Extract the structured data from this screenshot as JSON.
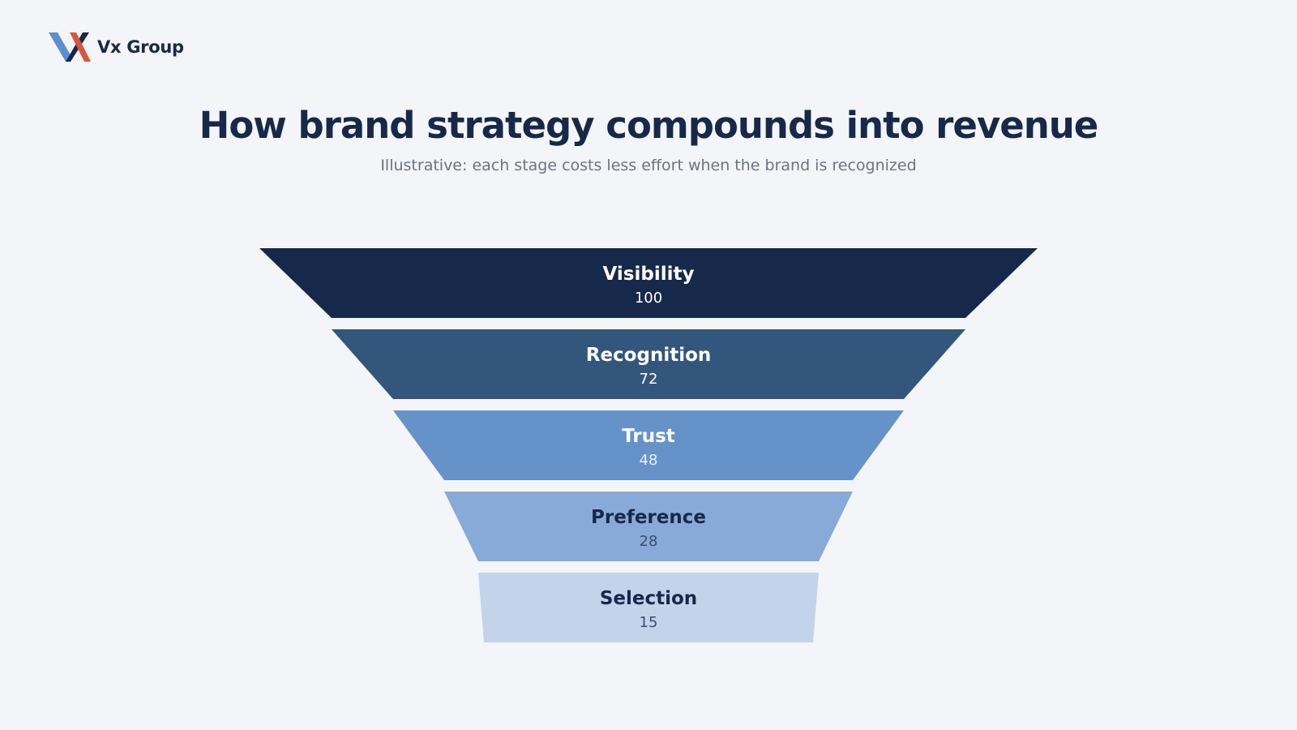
{
  "brand": {
    "name": "Vx Group",
    "colors": {
      "primary": "#17294a",
      "accent_red": "#d9573f",
      "accent_blue": "#5b8fd0"
    }
  },
  "chart_data": {
    "type": "funnel",
    "title": "How brand strategy compounds into revenue",
    "subtitle": "Illustrative: each stage costs less effort when the brand is recognized",
    "categories": [
      "Visibility",
      "Recognition",
      "Trust",
      "Preference",
      "Selection"
    ],
    "values": [
      100,
      72,
      48,
      28,
      15
    ],
    "colors": [
      "#17294a",
      "#33567c",
      "#6592c9",
      "#88aad8",
      "#c3d3ea"
    ],
    "label_colors": [
      "#ffffff",
      "#ffffff",
      "#ffffff",
      "#17294a",
      "#17294a"
    ],
    "value_colors": [
      "#ffffff",
      "#ffffff",
      "#e8eef8",
      "#3a4f73",
      "#3a4f73"
    ]
  }
}
